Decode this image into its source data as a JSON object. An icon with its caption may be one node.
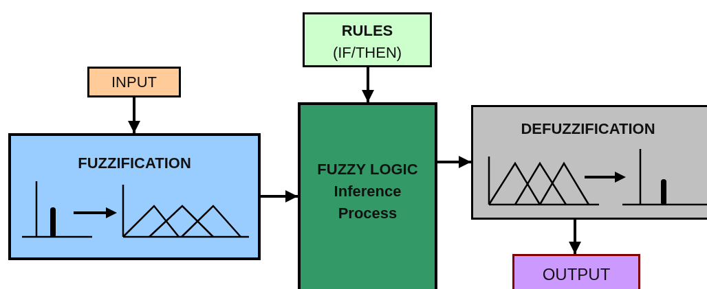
{
  "diagram": {
    "nodes": [
      {
        "text": [
          "RULES",
          "(IF/THEN)"
        ]
      },
      {
        "text": [
          "INPUT"
        ]
      },
      {
        "text": [
          "FUZZIFICATION"
        ]
      },
      {
        "text": [
          "FUZZY LOGIC Inference Process"
        ]
      },
      {
        "text": [
          "DEFUZZIFICATION"
        ]
      },
      {
        "text": [
          "OUTPUT"
        ]
      }
    ],
    "edges": [
      {
        "from": 1,
        "to": 2,
        "arrow": "to"
      },
      {
        "from": 0,
        "to": 3,
        "arrow": "to"
      },
      {
        "from": 2,
        "to": 3,
        "arrow": "to"
      },
      {
        "from": 3,
        "to": 4,
        "arrow": "to"
      },
      {
        "from": 4,
        "to": 5,
        "arrow": "to"
      }
    ]
  }
}
